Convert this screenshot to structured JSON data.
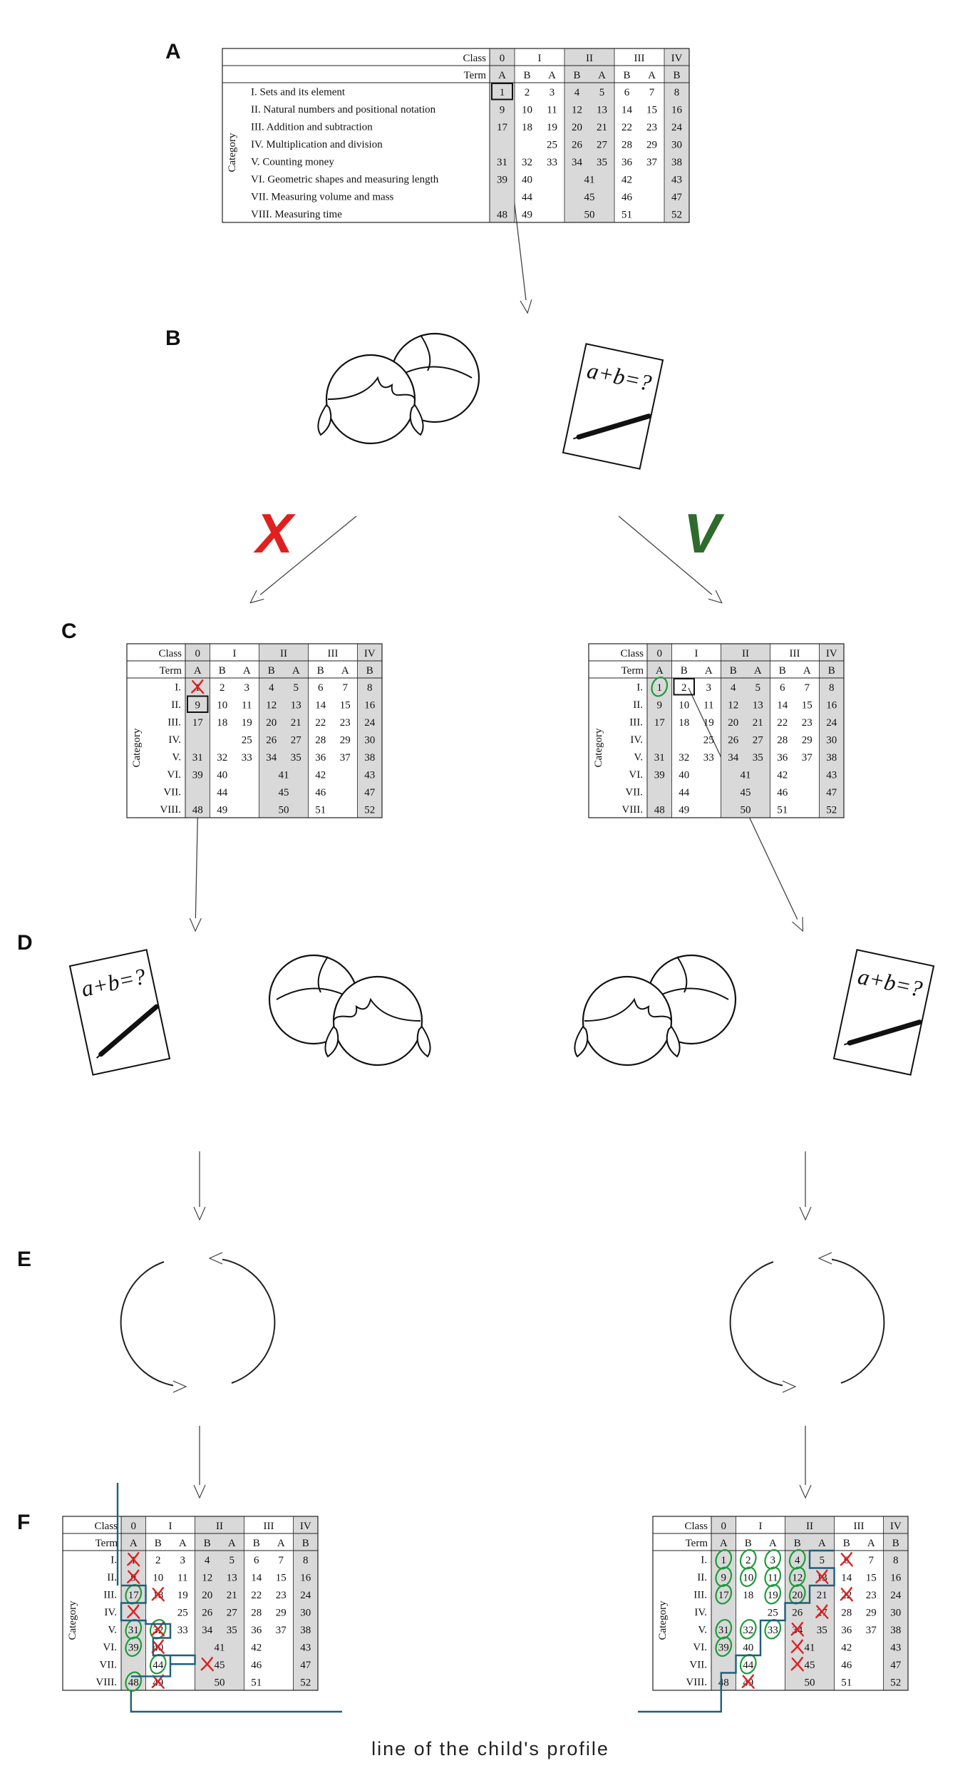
{
  "panels": [
    "A",
    "B",
    "C",
    "D",
    "E",
    "F"
  ],
  "table": {
    "class_label": "Class",
    "term_label": "Term",
    "category_label": "Category",
    "classes": [
      "0",
      "I",
      "II",
      "III",
      "IV"
    ],
    "terms": [
      "A",
      "B",
      "A",
      "B",
      "A",
      "B",
      "A",
      "B"
    ],
    "categories_full": [
      "I. Sets and its element",
      "II. Natural numbers and positional notation",
      "III. Addition and subtraction",
      "IV. Multiplication and division",
      "V. Counting money",
      "VI. Geometric shapes and measuring length",
      "VII. Measuring volume and mass",
      "VIII. Measuring time"
    ],
    "categories_short": [
      "I.",
      "II.",
      "III.",
      "IV.",
      "V.",
      "VI.",
      "VII.",
      "VIII."
    ],
    "rows": [
      [
        "1",
        "2",
        "3",
        "4",
        "5",
        "6",
        "7",
        "8"
      ],
      [
        "9",
        "10",
        "11",
        "12",
        "13",
        "14",
        "15",
        "16"
      ],
      [
        "17",
        "18",
        "19",
        "20",
        "21",
        "22",
        "23",
        "24"
      ],
      [
        "",
        "",
        "25",
        "26",
        "27",
        "28",
        "29",
        "30"
      ],
      [
        "31",
        "32",
        "33",
        "34",
        "35",
        "36",
        "37",
        "38"
      ],
      [
        "39",
        "40",
        "",
        "41",
        "",
        "42",
        "",
        "43"
      ],
      [
        "",
        "44",
        "",
        "45",
        "",
        "46",
        "",
        "47"
      ],
      [
        "48",
        "49",
        "",
        "50",
        "",
        "51",
        "",
        "52"
      ]
    ]
  },
  "worksheet_text": "a+b=?",
  "wrong_mark": "X",
  "right_mark": "V",
  "profile_label": "line of the child's profile",
  "colors": {
    "shade": "#d9d9d9",
    "wrong": "#e0201f",
    "right": "#2e6b2c",
    "circle": "#1d9c3a",
    "profile": "#1f5f7a"
  }
}
